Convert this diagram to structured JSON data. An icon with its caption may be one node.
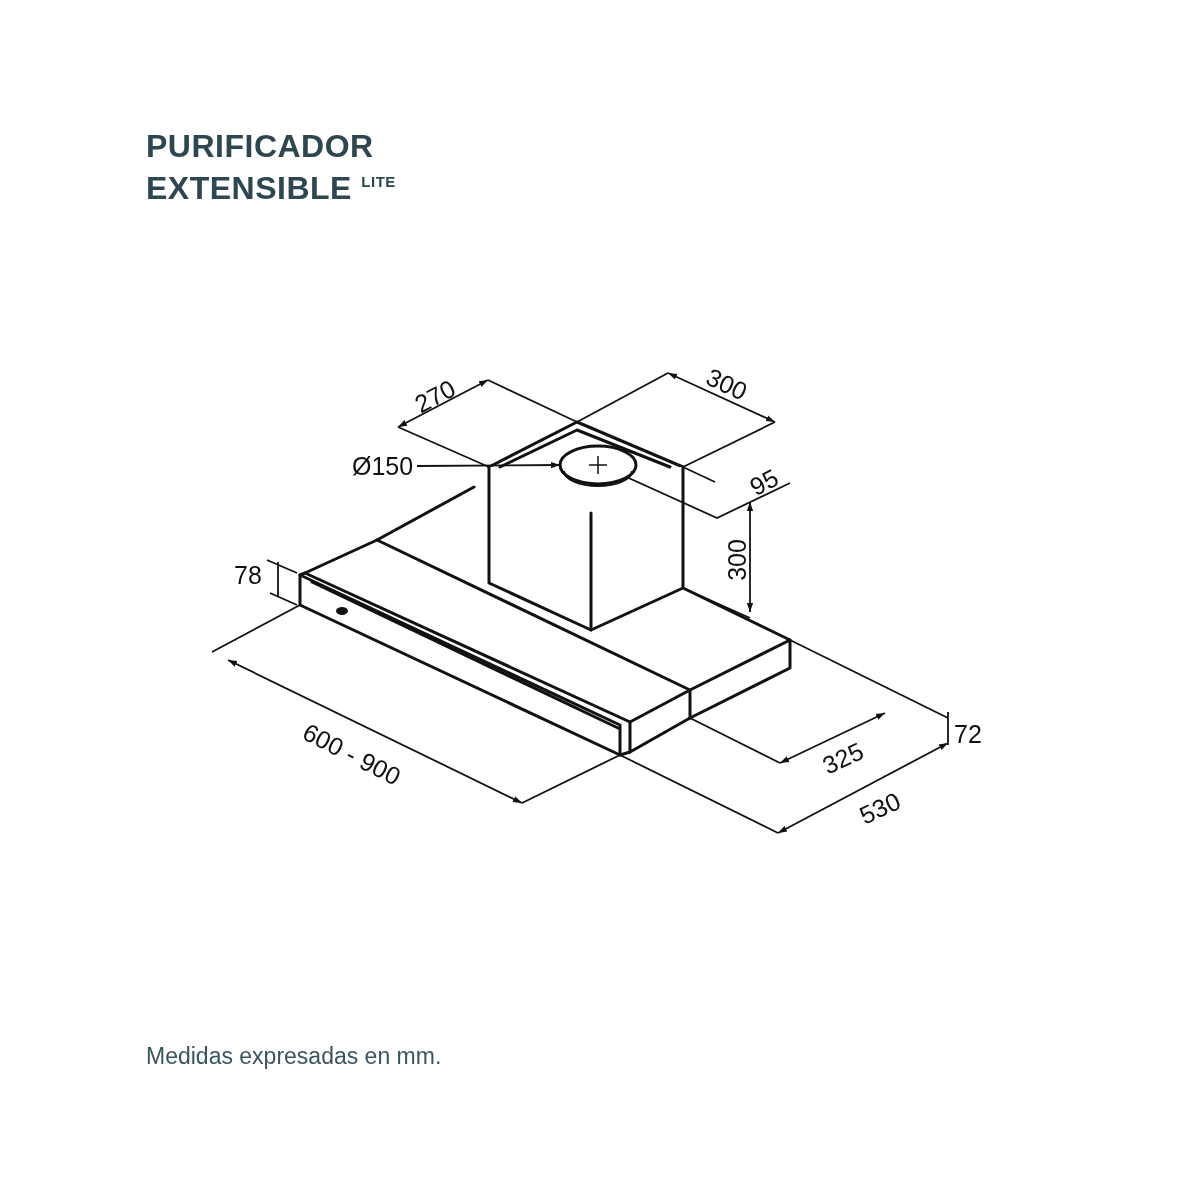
{
  "diagram": {
    "title": "PURIFICADOR EXTENSIBLE $^{LITE}$",
    "caption": "Medidas expresadas en mm.",
    "nodes": [
      {
        "text": [
          "Ø150"
        ]
      },
      {
        "text": [],
        "shape": "circle"
      }
    ],
    "edges": [
      {
        "from": 0,
        "to": 1,
        "arrow": "to"
      }
    ],
    "labels": [
      "270",
      "300",
      "95",
      "300",
      "78",
      "72",
      "325",
      "600 - 900",
      "530"
    ]
  }
}
